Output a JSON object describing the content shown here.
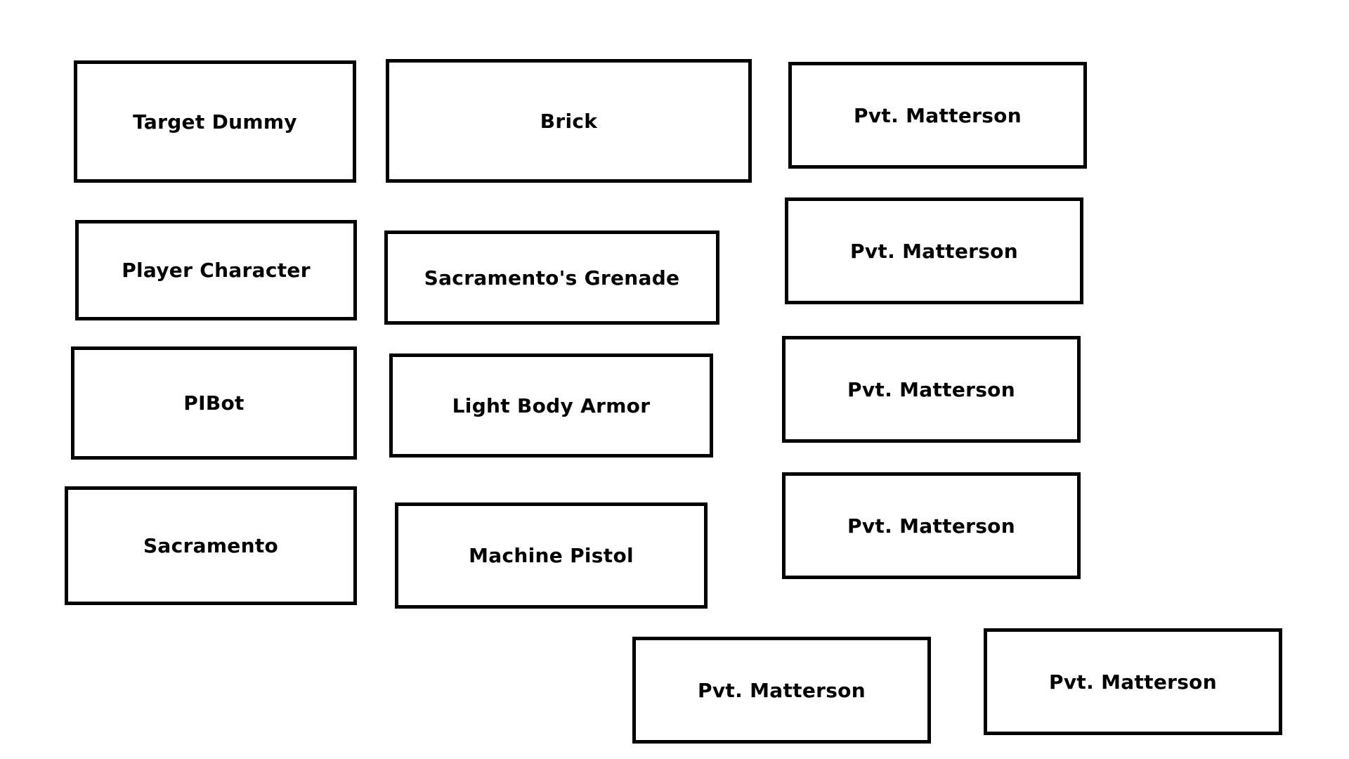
{
  "nodes": [
    {
      "label": "Target Dummy"
    },
    {
      "label": "Player Character"
    },
    {
      "label": "PIBot"
    },
    {
      "label": "Sacramento"
    },
    {
      "label": "Brick"
    },
    {
      "label": "Sacramento's Grenade"
    },
    {
      "label": "Light Body Armor"
    },
    {
      "label": "Machine Pistol"
    },
    {
      "label": "Pvt. Matterson"
    },
    {
      "label": "Pvt. Matterson"
    },
    {
      "label": "Pvt. Matterson"
    },
    {
      "label": "Pvt. Matterson"
    },
    {
      "label": "Pvt. Matterson"
    },
    {
      "label": "Pvt. Matterson"
    }
  ],
  "colors": {
    "background": "#ffffff",
    "border": "#000000",
    "text": "#000000"
  }
}
